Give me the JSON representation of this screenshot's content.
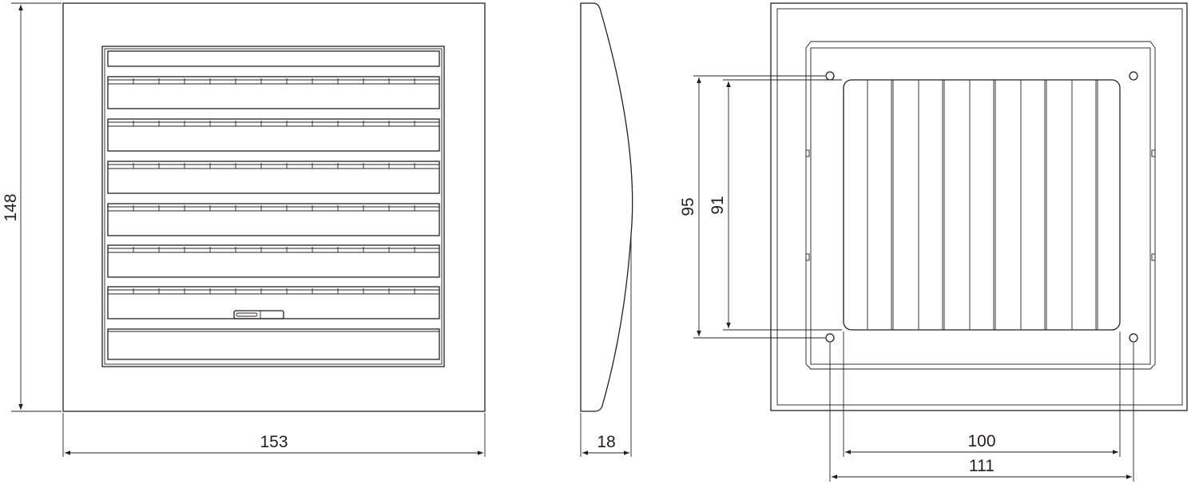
{
  "dimensions": {
    "front_height": "148",
    "front_width": "153",
    "side_depth": "18",
    "rear_hole_spacing_vertical": "95",
    "rear_opening_height": "91",
    "rear_opening_width": "100",
    "rear_hole_spacing_horizontal": "111"
  },
  "colors": {
    "line": "#231f20",
    "background": "#ffffff"
  },
  "views": [
    "front-view",
    "side-view",
    "rear-view"
  ]
}
